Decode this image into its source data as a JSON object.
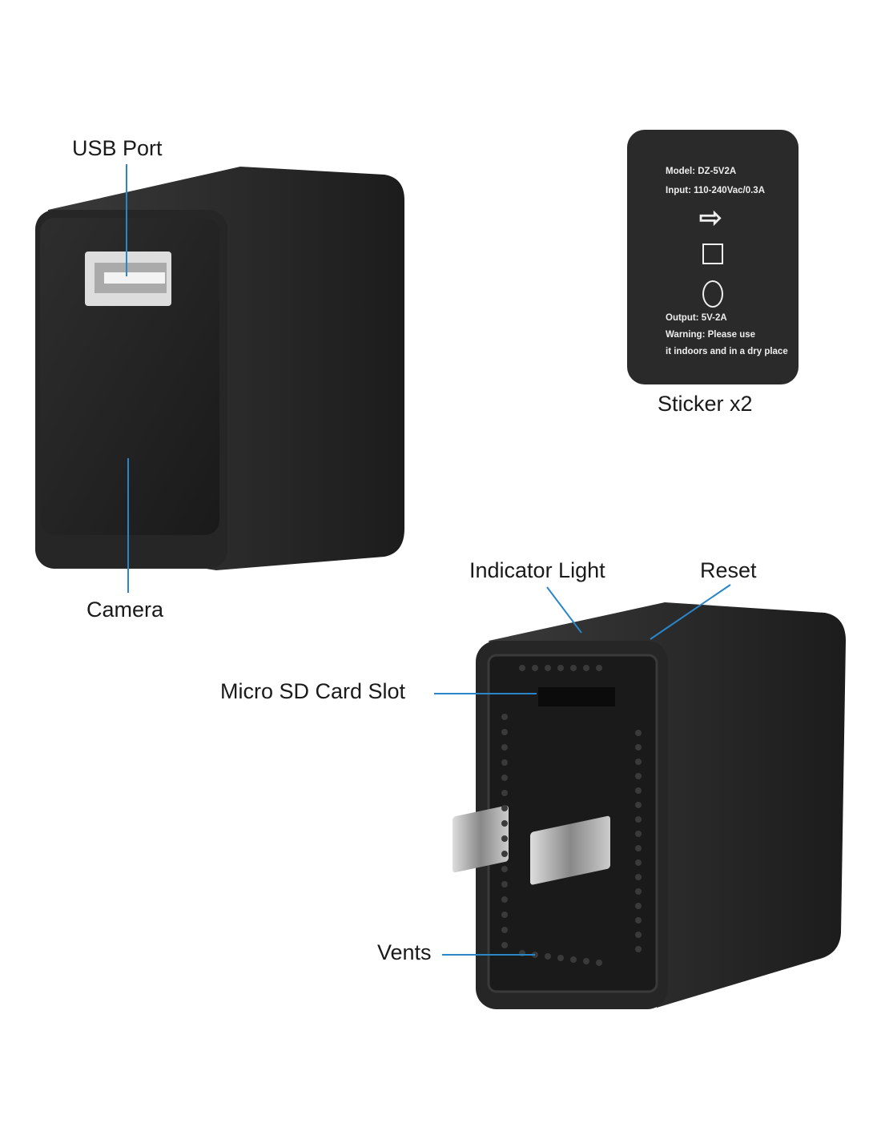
{
  "labels": {
    "usb_port": "USB Port",
    "camera": "Camera",
    "sticker": "Sticker x2",
    "indicator_light": "Indicator Light",
    "reset": "Reset",
    "micro_sd": "Micro SD Card Slot",
    "vents": "Vents"
  },
  "sticker_text": {
    "model": "Model: DZ-5V2A",
    "input": "Input: 110-240Vac/0.3A",
    "output": "Output: 5V-2A",
    "warning1": "Warning: Please use",
    "warning2": "it indoors and in a dry place"
  },
  "colors": {
    "callout": "#2a86c8",
    "device": "#2b2b2b"
  }
}
